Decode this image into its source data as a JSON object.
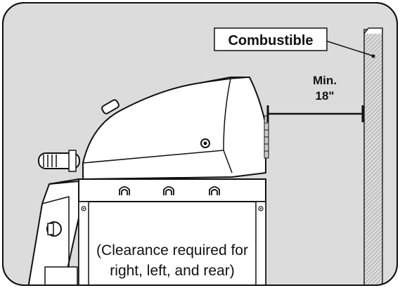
{
  "labels": {
    "material": "Combustible",
    "distance_line1": "Min.",
    "distance_line2": "18\"",
    "note_line1": "(Clearance required for",
    "note_line2": "right, left, and rear)"
  },
  "colors": {
    "background": "#dddddd",
    "frame": "#111111",
    "grill_fill": "#ffffff",
    "label_box": "#ffffff",
    "wall_hatch": "#666666"
  }
}
